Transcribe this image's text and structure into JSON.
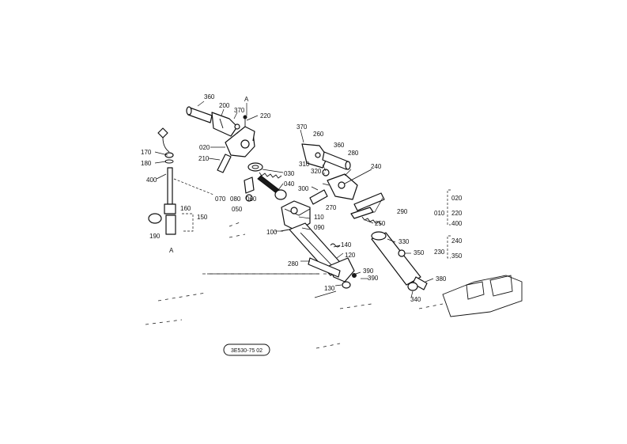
{
  "labels": {
    "p360a": "360",
    "p200": "200",
    "pA_top": "A",
    "p370a": "370",
    "p220": "220",
    "p020a": "020",
    "p210": "210",
    "p170": "170",
    "p180": "180",
    "p400a": "400",
    "p030": "030",
    "p040": "040",
    "p070": "070",
    "p080": "080",
    "p060": "060",
    "p050": "050",
    "p160": "160",
    "p150": "150",
    "p190": "190",
    "pA_bot": "A",
    "p110": "110",
    "p090": "090",
    "p100": "100",
    "p140": "140",
    "p120": "120",
    "p280a": "280",
    "p130": "130",
    "p370b": "370",
    "p260": "260",
    "p360b": "360",
    "p280b": "280",
    "p310": "310",
    "p320": "320",
    "p240a": "240",
    "p300": "300",
    "p270": "270",
    "p290": "290",
    "p250": "250",
    "p330": "330",
    "p350a": "350",
    "p390a": "390",
    "p390b": "390",
    "p380": "380",
    "p340": "340",
    "g010": "010",
    "g020": "020",
    "g220": "220",
    "g400": "400",
    "g230": "230",
    "g240": "240",
    "g350": "350"
  },
  "drawing_code": "3E530-75 02"
}
